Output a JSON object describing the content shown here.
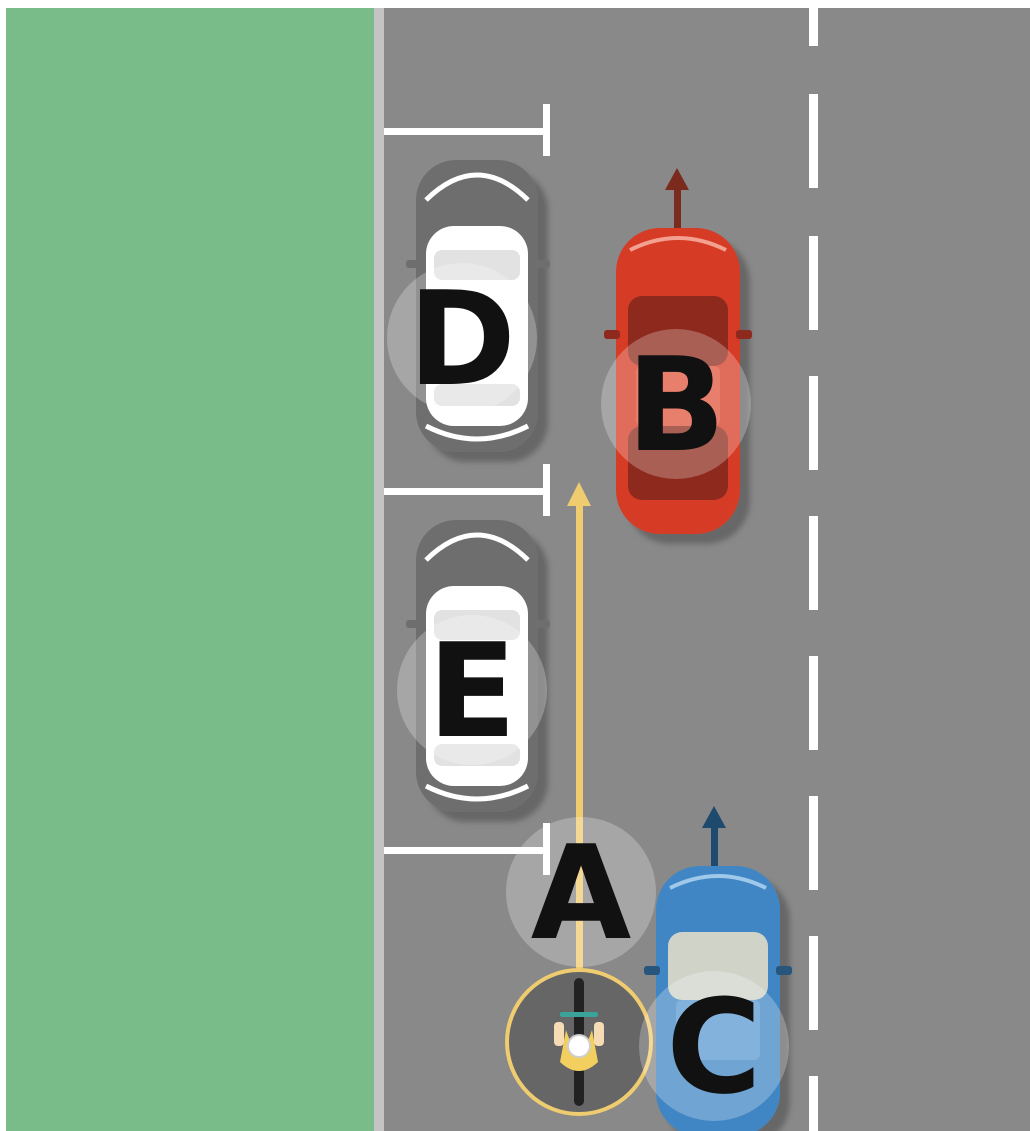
{
  "labels": {
    "a": "A",
    "b": "B",
    "c": "C",
    "d": "D",
    "e": "E"
  },
  "colors": {
    "grass": "#79bc8a",
    "road": "#898989",
    "curb": "#c4c4c4",
    "marking": "#ffffff",
    "cyclist_path": "#f0cc70",
    "red_car": "#d63a27",
    "blue_car": "#3f86c4",
    "parked_car": "#6e6e6e",
    "label_circle": "rgba(255,255,255,0.25)"
  },
  "icons": {
    "cyclist": "bicycle-rider-icon",
    "red_car_arrow": "arrow-up-icon",
    "blue_car_arrow": "arrow-up-icon",
    "cyclist_arrow": "arrow-up-icon"
  }
}
